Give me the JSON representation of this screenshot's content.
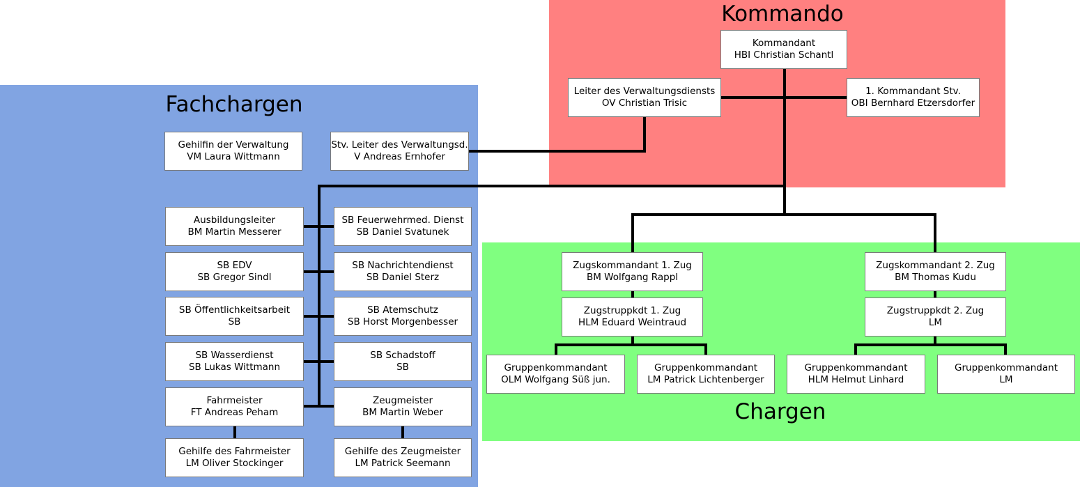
{
  "regions": {
    "kommando": {
      "title": "Kommando",
      "color": "#ff8080"
    },
    "fachchargen": {
      "title": "Fachchargen",
      "color": "#81a4e2"
    },
    "chargen": {
      "title": "Chargen",
      "color": "#80ff80"
    }
  },
  "line_color": "#000000",
  "nodes": {
    "kommandant": {
      "role": "Kommandant",
      "name": "HBI Christian Schantl"
    },
    "leiter_verwaltung": {
      "role": "Leiter des Verwaltungsdiensts",
      "name": "OV Christian Trisic"
    },
    "kommandant_stv": {
      "role": "1. Kommandant Stv.",
      "name": "OBI Bernhard Etzersdorfer"
    },
    "stv_leiter_verwaltung": {
      "role": "Stv. Leiter des Verwaltungsd.",
      "name": "V Andreas Ernhofer"
    },
    "gehilfin_verwaltung": {
      "role": "Gehilfin der Verwaltung",
      "name": "VM Laura Wittmann"
    },
    "ausbildungsleiter": {
      "role": "Ausbildungsleiter",
      "name": "BM Martin Messerer"
    },
    "sb_feuerwehrmed": {
      "role": "SB Feuerwehrmed. Dienst",
      "name": "SB Daniel Svatunek"
    },
    "sb_edv": {
      "role": "SB EDV",
      "name": "SB Gregor Sindl"
    },
    "sb_nachrichtendienst": {
      "role": "SB Nachrichtendienst",
      "name": "SB Daniel Sterz"
    },
    "sb_oeffentlichkeitsarbeit": {
      "role": "SB Öffentlichkeitsarbeit",
      "name": "SB"
    },
    "sb_atemschutz": {
      "role": "SB Atemschutz",
      "name": "SB Horst Morgenbesser"
    },
    "sb_wasserdienst": {
      "role": "SB Wasserdienst",
      "name": "SB Lukas Wittmann"
    },
    "sb_schadstoff": {
      "role": "SB Schadstoff",
      "name": "SB"
    },
    "fahrmeister": {
      "role": "Fahrmeister",
      "name": "FT Andreas Peham"
    },
    "zeugmeister": {
      "role": "Zeugmeister",
      "name": "BM Martin Weber"
    },
    "gehilfe_fahrmeister": {
      "role": "Gehilfe des Fahrmeister",
      "name": "LM Oliver Stockinger"
    },
    "gehilfe_zeugmeister": {
      "role": "Gehilfe des Zeugmeister",
      "name": "LM Patrick Seemann"
    },
    "zugskommandant_1": {
      "role": "Zugskommandant 1. Zug",
      "name": "BM Wolfgang Rappl"
    },
    "zugstruppkdt_1": {
      "role": "Zugstruppkdt 1. Zug",
      "name": "HLM Eduard Weintraud"
    },
    "gruppenkdt_1a": {
      "role": "Gruppenkommandant",
      "name": "OLM Wolfgang Süß jun."
    },
    "gruppenkdt_1b": {
      "role": "Gruppenkommandant",
      "name": "LM Patrick Lichtenberger"
    },
    "zugskommandant_2": {
      "role": "Zugskommandant 2. Zug",
      "name": "BM Thomas Kudu"
    },
    "zugstruppkdt_2": {
      "role": "Zugstruppkdt 2. Zug",
      "name": "LM"
    },
    "gruppenkdt_2a": {
      "role": "Gruppenkommandant",
      "name": "HLM Helmut Linhard"
    },
    "gruppenkdt_2b": {
      "role": "Gruppenkommandant",
      "name": "LM"
    }
  }
}
